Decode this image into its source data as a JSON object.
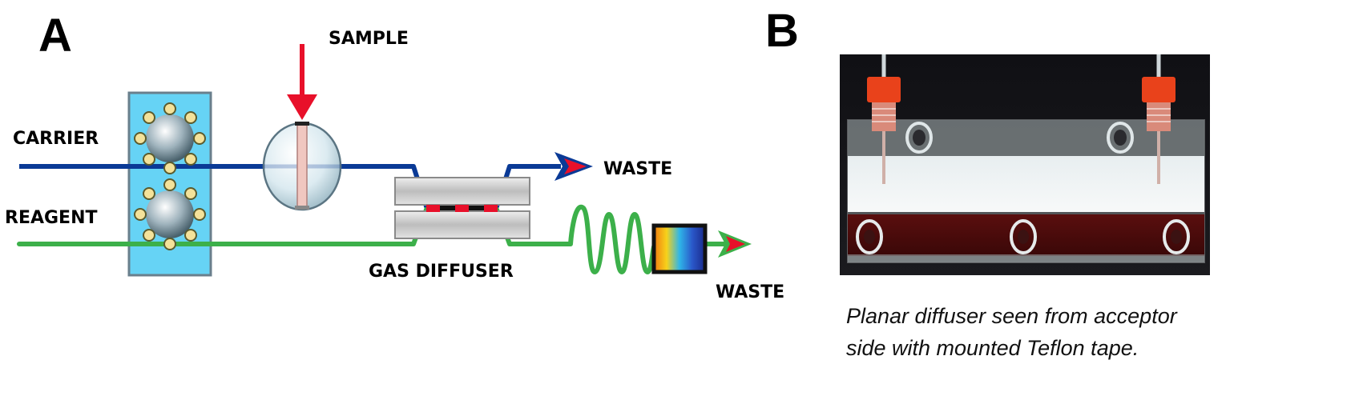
{
  "panel_a": {
    "panel_label": "A",
    "labels": {
      "sample": "SAMPLE",
      "carrier": "CARRIER",
      "reagent": "REAGENT",
      "waste_top": "WASTE",
      "gas_diffuser": "GAS DIFFUSER",
      "waste_bottom": "WASTE"
    },
    "colors": {
      "carrier_line": "#0a3a96",
      "reagent_line": "#3cb04a",
      "sample_arrow": "#e8102a",
      "pump_block": "#66d3f5",
      "arrowhead": "#e8102a"
    }
  },
  "panel_b": {
    "panel_label": "B",
    "caption_line1": "Planar diffuser seen from acceptor",
    "caption_line2": "side with mounted Teflon tape."
  }
}
